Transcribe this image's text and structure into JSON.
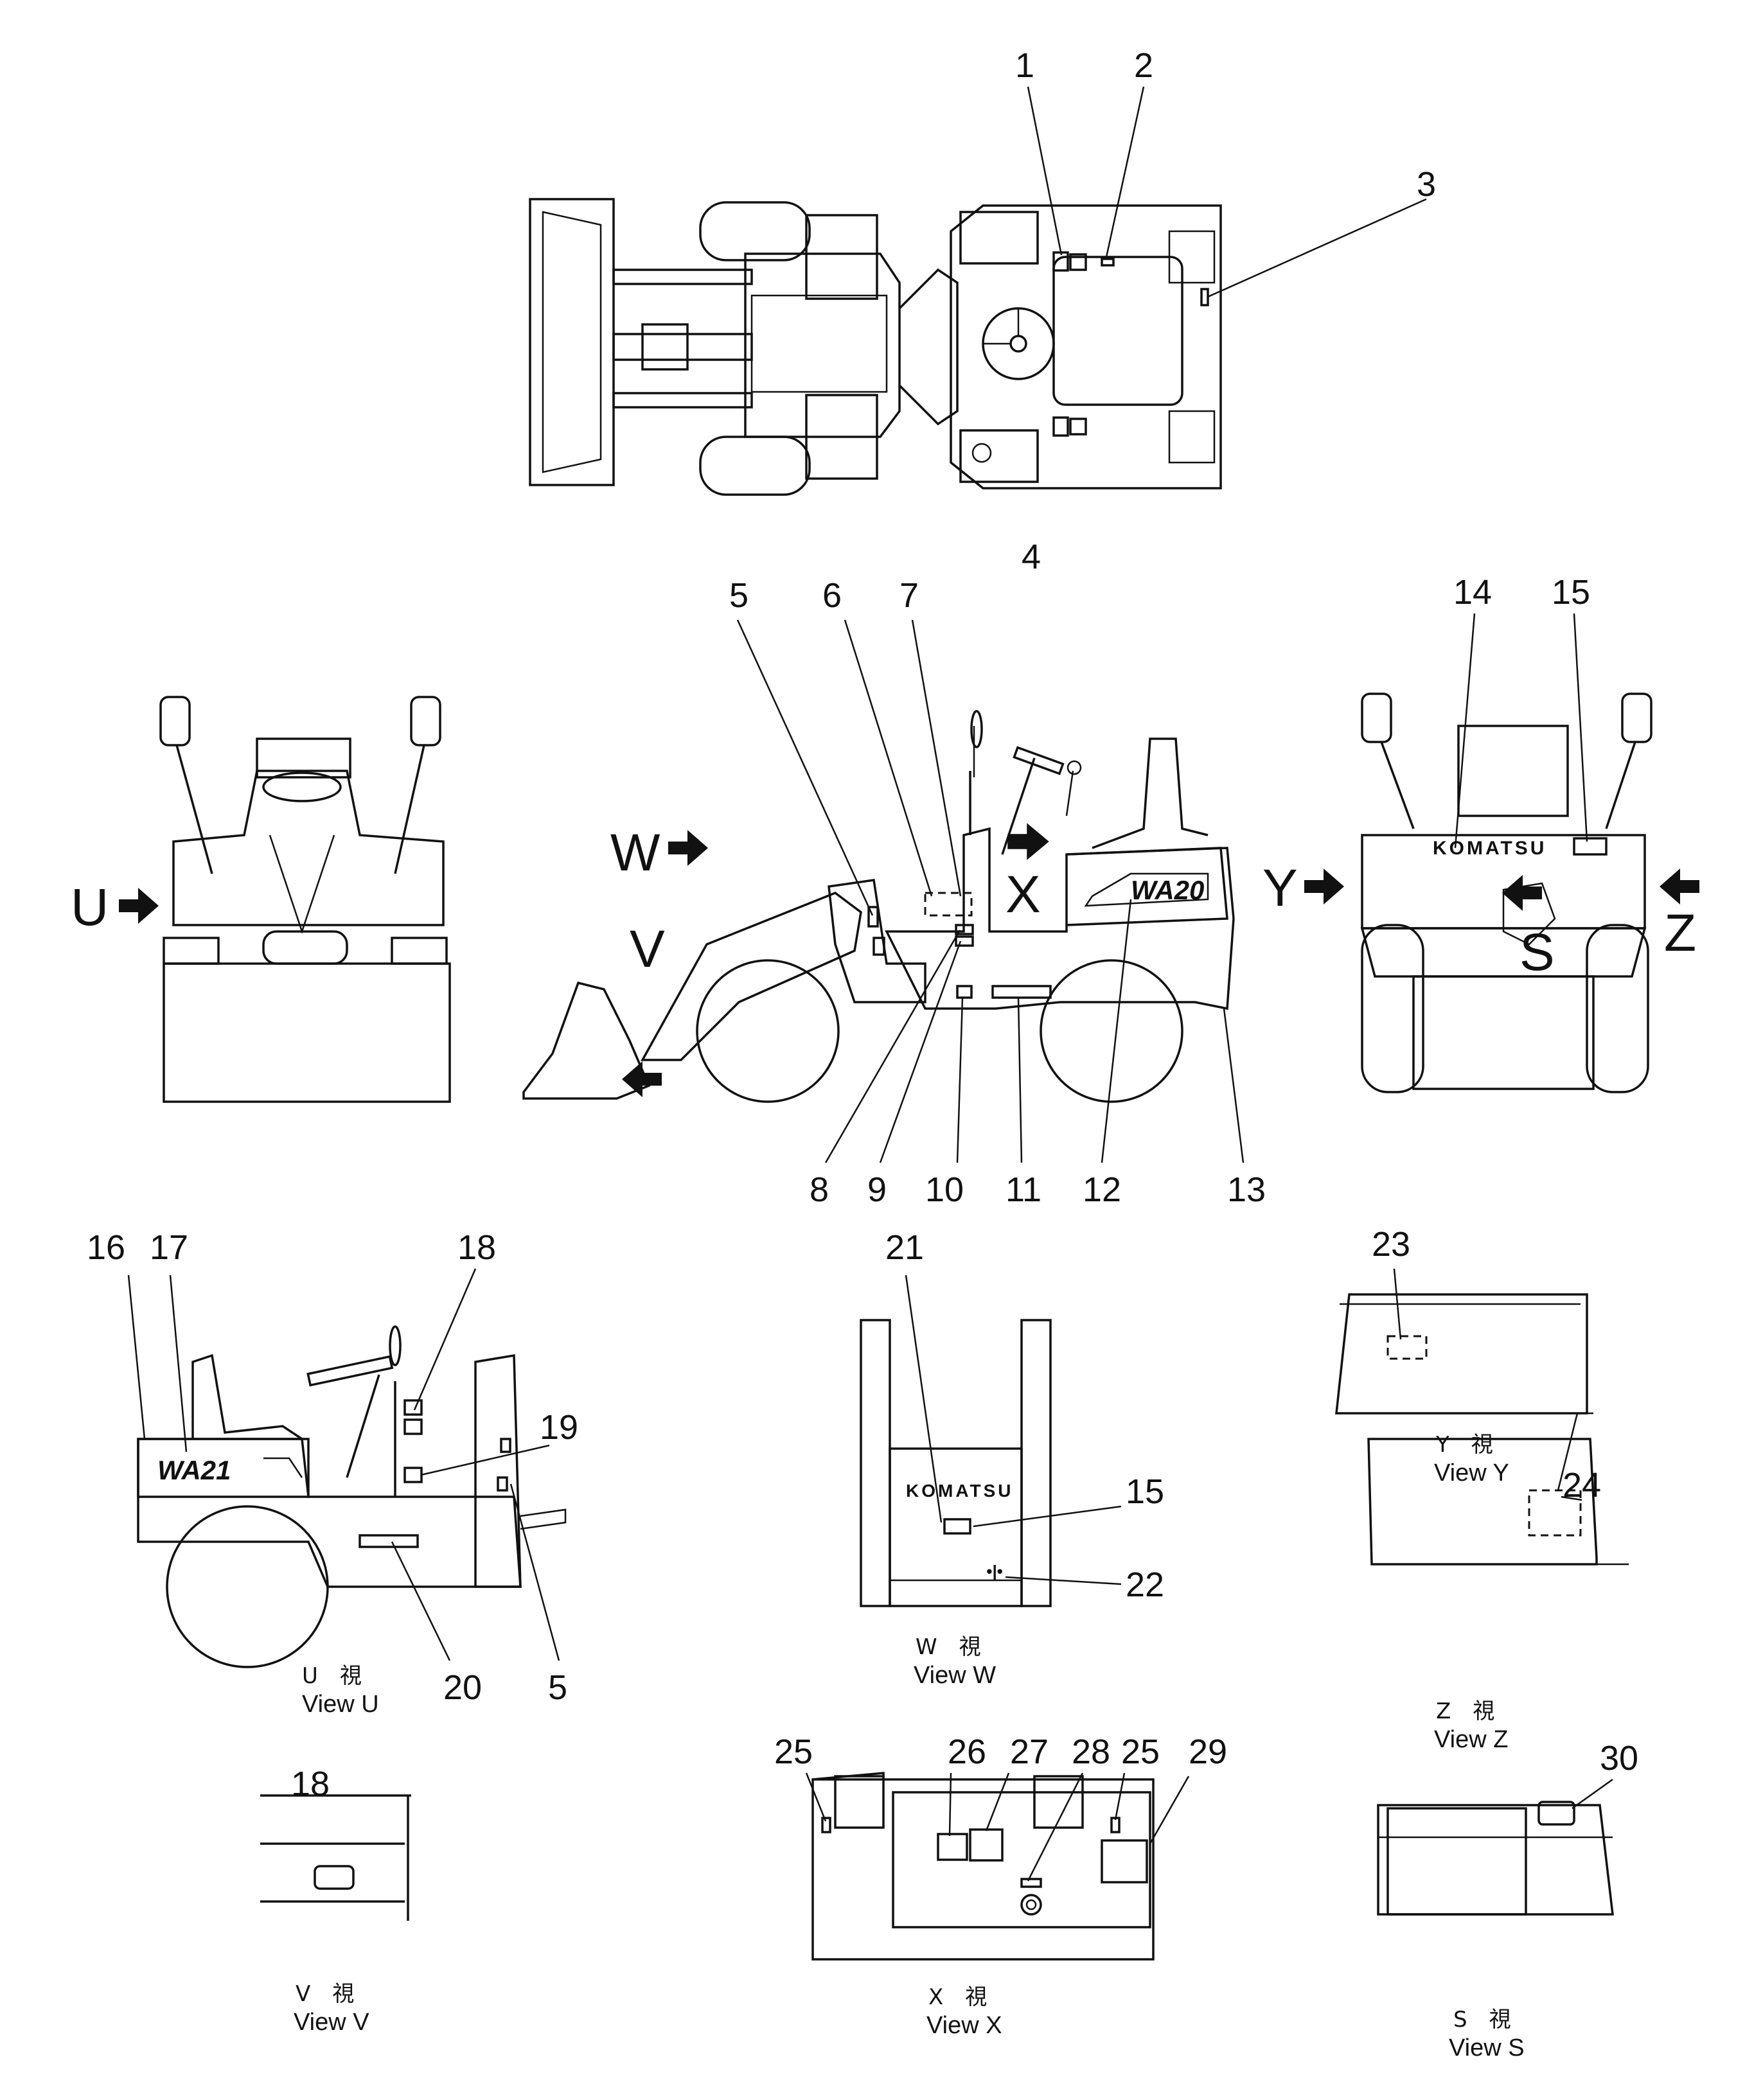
{
  "callouts": [
    "1",
    "2",
    "3",
    "4",
    "5",
    "6",
    "7",
    "8",
    "9",
    "10",
    "11",
    "12",
    "13",
    "14",
    "15",
    "16",
    "17",
    "18",
    "19",
    "20",
    "21",
    "22",
    "23",
    "24",
    "25",
    "26",
    "27",
    "28",
    "29",
    "30"
  ],
  "view_letters": {
    "u": "U",
    "w": "W",
    "v": "V",
    "x": "X",
    "y": "Y",
    "z": "Z",
    "s": "S"
  },
  "brand": "KOMATSU",
  "model_side": "WA20",
  "model_u": "WA21",
  "views": {
    "u": {
      "jp": "U　視",
      "en": "View  U"
    },
    "w": {
      "jp": "W　視",
      "en": "View  W"
    },
    "y": {
      "jp": "Y　視",
      "en": "View  Y"
    },
    "z": {
      "jp": "Z　視",
      "en": "View  Z"
    },
    "v": {
      "jp": "V　視",
      "en": "View  V"
    },
    "x": {
      "jp": "X　視",
      "en": "View  X"
    },
    "s": {
      "jp": "S　視",
      "en": "View  S"
    }
  }
}
